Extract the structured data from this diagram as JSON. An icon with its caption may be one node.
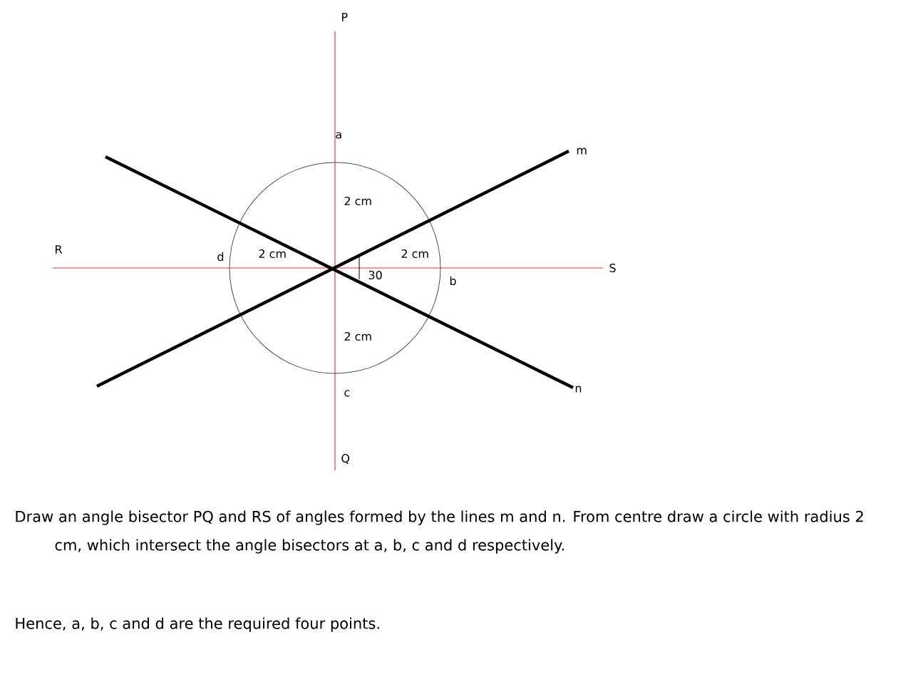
{
  "diagram": {
    "labels": [
      "P",
      "a",
      "m",
      "2 cm",
      "R",
      "d",
      "2 cm",
      "2 cm",
      "S",
      "30",
      "b",
      "2 cm",
      "n",
      "c",
      "Q",
      "Draw an angle bisector PQ and RS of angles formed by the lines m and n. From centre draw a circle with radius 2 cm, which intersect the angle bisectors at a, b, c and d respectively.",
      "Hence, a, b, c and d are the required four points."
    ]
  }
}
